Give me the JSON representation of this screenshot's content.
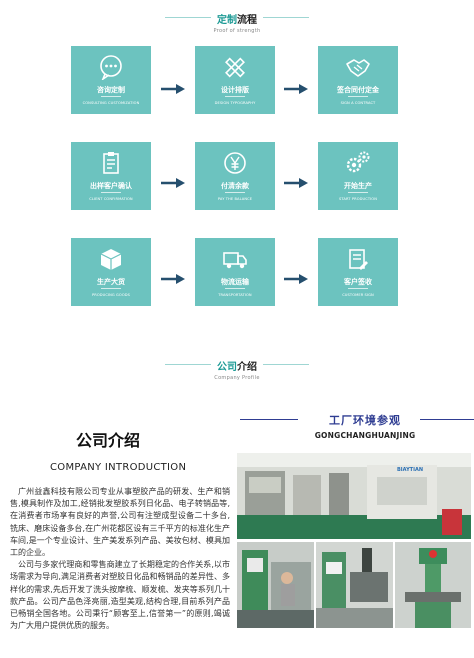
{
  "process": {
    "title_a": "定制",
    "title_b": "流程",
    "subtitle": "Proof of strength",
    "steps": [
      {
        "zh": "咨询定制",
        "en": "CONSULTING CUSTOMIZATION",
        "icon": "chat-bubble-icon"
      },
      {
        "zh": "设计排版",
        "en": "DESIGN TYPOGRAPHY",
        "icon": "pencil-ruler-icon"
      },
      {
        "zh": "签合同付定金",
        "en": "SIGN A CONTRACT",
        "icon": "handshake-icon"
      },
      {
        "zh": "出样客户确认",
        "en": "CLIENT CONFIRMATION",
        "icon": "clipboard-icon"
      },
      {
        "zh": "付清余款",
        "en": "PAY THE BALANCE",
        "icon": "yen-coin-icon"
      },
      {
        "zh": "开始生产",
        "en": "START PRODUCTION",
        "icon": "gears-icon"
      },
      {
        "zh": "生产大货",
        "en": "PRODUCING GOODS",
        "icon": "box-icon"
      },
      {
        "zh": "物流运输",
        "en": "TRANSPORTATION",
        "icon": "truck-icon"
      },
      {
        "zh": "客户签收",
        "en": "CUSTOMER SIGN",
        "icon": "sign-document-icon"
      }
    ]
  },
  "profile": {
    "title_a": "公司",
    "title_b": "介绍",
    "subtitle": "Company Profile"
  },
  "intro": {
    "title": "公司介绍",
    "subtitle": "COMPANY INTRODUCTION",
    "paragraphs": [
      "广州益鑫科技有限公司专业从事塑胶产品的研发、生产和销售,模具制作及加工,经销批发塑胶系列日化品、电子转销品等,在消费者市场享有良好的声誉,公司有注塑成型设备二十多台,铣床、磨床设备多台,在广州花都区设有三千平方的标准化生产车间,是一个专业设计、生产美发系列产品、美妆包材、模具加工的企业。",
      "公司与多家代理商和零售商建立了长期稳定的合作关系,以市场需求为导向,满足消费者对塑胶日化品和畅销品的差异性、多样化的需求,先后开发了洗头按摩梳、顺发梳、发夹等系列几十款产品。公司产品色泽亮丽,造型美观,结构合理,目前系列产品已畅销全国各地。公司秉行“顾客至上,信誉第一”的原则,竭诚为广大用户提供优质的服务。"
    ]
  },
  "environment": {
    "title": "工厂环境参观",
    "subtitle": "GONGCHANGHUANJING",
    "sign_text": "BIAYTIAN"
  },
  "colors": {
    "card": "#6cc3bf",
    "arrow": "#254f6e",
    "accent": "#1d9a95",
    "navy": "#2f3d92"
  }
}
